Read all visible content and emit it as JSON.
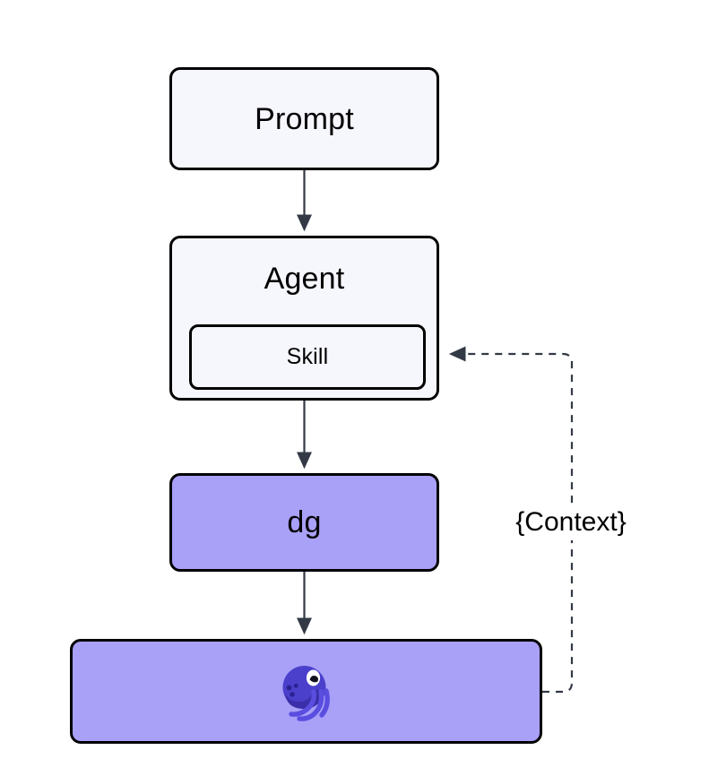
{
  "diagram": {
    "type": "flowchart",
    "direction": "top-to-bottom",
    "background": "#ffffff",
    "nodes": [
      {
        "id": "prompt",
        "label": "Prompt",
        "fill": "#f6f6fd",
        "stroke": "#000000"
      },
      {
        "id": "agent",
        "label": "Agent",
        "fill": "#f6f6fd",
        "stroke": "#000000"
      },
      {
        "id": "skill",
        "label": "Skill",
        "fill": "#f6f6fd",
        "stroke": "#000000"
      },
      {
        "id": "dg",
        "label": "dg",
        "fill": "#a9a0f7",
        "stroke": "#000000"
      },
      {
        "id": "logo",
        "label": "",
        "fill": "#a9a0f7",
        "stroke": "#000000",
        "icon": "octopus-icon"
      }
    ],
    "edges": [
      {
        "from": "prompt",
        "to": "agent",
        "style": "solid",
        "arrow": "filled",
        "label": ""
      },
      {
        "from": "agent",
        "to": "dg",
        "style": "solid",
        "arrow": "filled",
        "label": ""
      },
      {
        "from": "dg",
        "to": "logo",
        "style": "solid",
        "arrow": "filled",
        "label": ""
      },
      {
        "from": "logo",
        "to": "skill",
        "style": "dashed",
        "arrow": "filled",
        "label": "{Context}"
      }
    ],
    "edge_label_context": "{Context}",
    "colors": {
      "node_light_fill": "#f6f6fd",
      "node_purple_fill": "#a9a0f7",
      "node_stroke": "#000000",
      "edge_stroke": "#333a45",
      "octopus_body": "#4b40cb",
      "octopus_shade": "#3a2fa8",
      "octopus_tentacle": "#5a4ee0",
      "octopus_eye_white": "#ffffff",
      "octopus_pupil": "#12101f"
    }
  }
}
